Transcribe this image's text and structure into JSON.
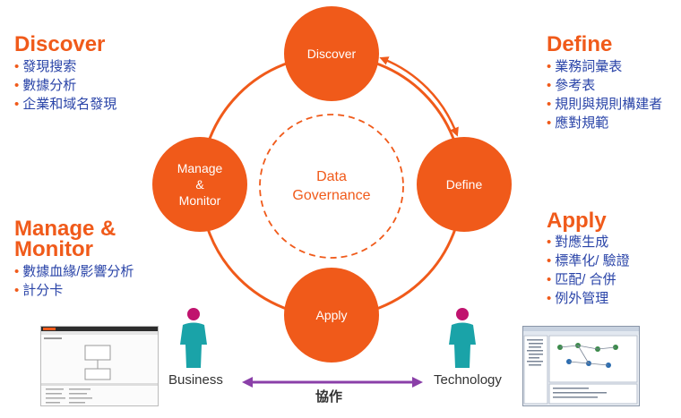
{
  "center": {
    "line1": "Data",
    "line2": "Governance"
  },
  "nodes": {
    "discover": "Discover",
    "define": "Define",
    "apply": "Apply",
    "manage_line1": "Manage",
    "manage_line2": "&",
    "manage_line3": "Monitor"
  },
  "panels": {
    "discover": {
      "title": "Discover",
      "items": [
        "發現搜索",
        "數據分析",
        "企業和域名發現"
      ]
    },
    "define": {
      "title": "Define",
      "items": [
        "業務詞彙表",
        "參考表",
        "規則與規則構建者",
        "應對規範"
      ]
    },
    "manage": {
      "title_line1": "Manage &",
      "title_line2": "Monitor",
      "items": [
        "數據血緣/影響分析",
        "計分卡"
      ]
    },
    "apply": {
      "title": "Apply",
      "items": [
        "對應生成",
        "標準化/ 驗證",
        "匹配/ 合併",
        "例外管理"
      ]
    }
  },
  "bullet": "•",
  "people": {
    "business": "Business",
    "technology": "Technology"
  },
  "collaboration": "協作",
  "icons": {
    "person": "person-icon",
    "screenshot": "screenshot-thumbnail"
  },
  "colors": {
    "accent": "#f05a1a",
    "text_blue": "#2a44a8",
    "arrow_purple": "#8a3fa8",
    "person_head": "#c0136e",
    "person_body": "#1aa3a8",
    "dark": "#333333"
  }
}
